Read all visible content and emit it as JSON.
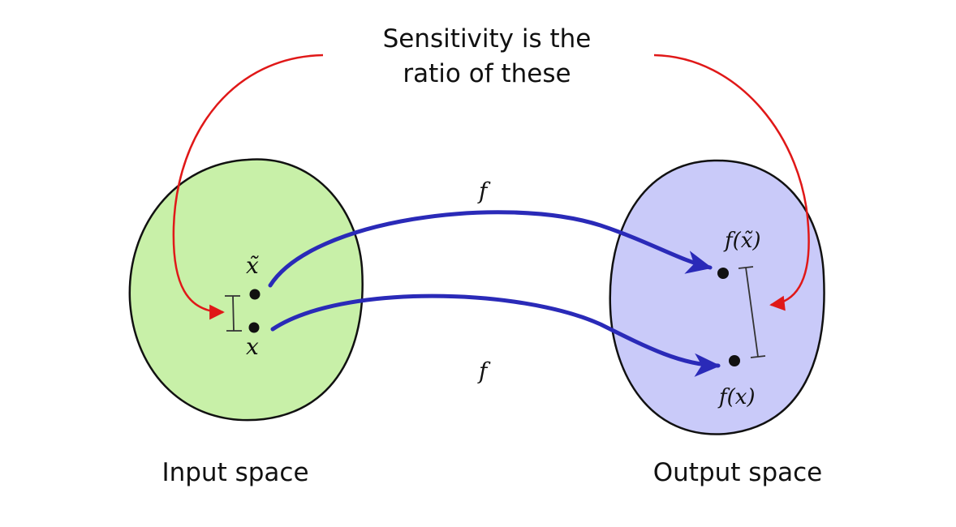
{
  "annotation": {
    "line1": "Sensitivity is the",
    "line2": "ratio of these"
  },
  "input_space": {
    "label": "Input space",
    "point_x_tilde": "x̃",
    "point_x": "x"
  },
  "output_space": {
    "label": "Output space",
    "point_fx_tilde": "f(x̃)",
    "point_fx": "f(x)"
  },
  "mapping": {
    "upper_label": "f",
    "lower_label": "f"
  },
  "colors": {
    "input_fill": "#c8f0a8",
    "output_fill": "#c9caf9",
    "mapping_arrow": "#2a2ab8",
    "annotation_arrow": "#e01818",
    "outline": "#111111"
  }
}
